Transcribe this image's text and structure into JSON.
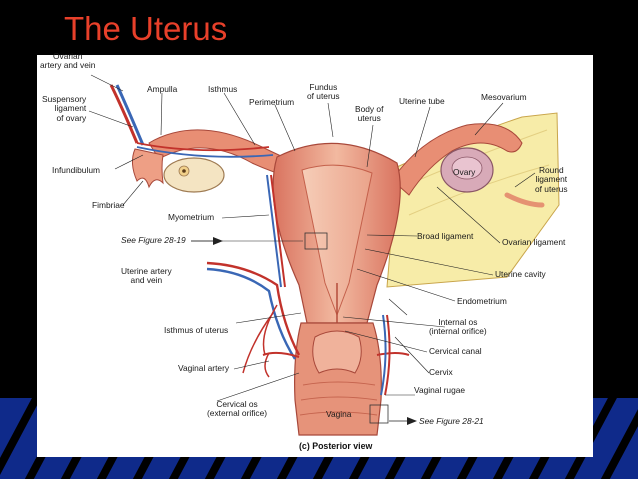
{
  "slide": {
    "title": "The Uterus"
  },
  "figure": {
    "caption": "(c) Posterior view",
    "labels": {
      "ovarian_artery_vein": "Ovarian\nartery and vein",
      "suspensory_ligament": "Suspensory\nligament\nof ovary",
      "infundibulum": "Infundibulum",
      "fimbriae": "Fimbriae",
      "ampulla": "Ampulla",
      "isthmus": "Isthmus",
      "perimetrium": "Perimetrium",
      "fundus": "Fundus\nof uterus",
      "body": "Body of\nuterus",
      "uterine_tube": "Uterine tube",
      "mesovarium": "Mesovarium",
      "ovary": "Ovary",
      "round_ligament": "Round\nligament\nof uterus",
      "myometrium": "Myometrium",
      "see_28_19": "See Figure 28-19",
      "broad_ligament": "Broad ligament",
      "ovarian_ligament": "Ovarian ligament",
      "uterine_artery_vein": "Uterine artery\nand vein",
      "uterine_cavity": "Uterine cavity",
      "endometrium": "Endometrium",
      "isthmus_uterus": "Isthmus of uterus",
      "internal_os": "Internal os\n(internal orifice)",
      "cervical_canal": "Cervical canal",
      "vaginal_artery": "Vaginal artery",
      "cervix": "Cervix",
      "vaginal_rugae": "Vaginal rugae",
      "cervical_os": "Cervical os\n(external orifice)",
      "vagina": "Vagina",
      "see_28_21": "See Figure 28-21"
    }
  }
}
